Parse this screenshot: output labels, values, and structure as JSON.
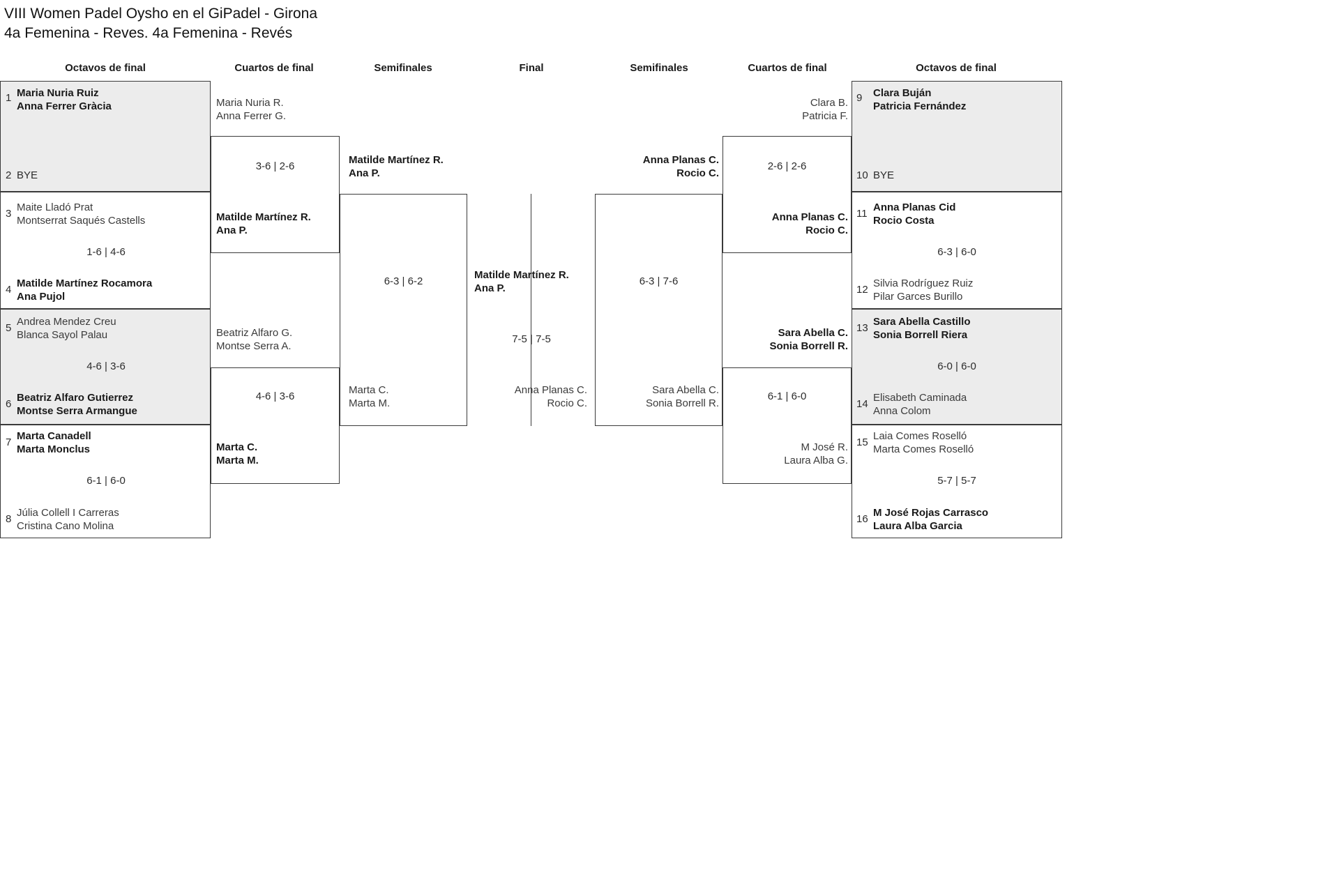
{
  "header": {
    "tournament_title": "VIII Women Padel Oysho en el GiPadel - Girona",
    "category_title": "4a Femenina - Reves. 4a Femenina - Revés"
  },
  "round_headers": {
    "left_r16": "Octavos de final",
    "left_qf": "Cuartos de final",
    "left_sf": "Semifinales",
    "final": "Final",
    "right_sf": "Semifinales",
    "right_qf": "Cuartos de final",
    "right_r16": "Octavos de final"
  },
  "left_r16": [
    {
      "seed": "1",
      "line1": "Maria Nuria Ruiz",
      "line2": "Anna Ferrer Gràcia",
      "winner": true,
      "shaded": true
    },
    {
      "seed": "2",
      "line1": "BYE",
      "line2": "",
      "winner": false,
      "shaded": true
    },
    {
      "seed": "3",
      "line1": "Maite Lladó Prat",
      "line2": "Montserrat Saqués Castells",
      "winner": false,
      "shaded": false
    },
    {
      "seed": "4",
      "line1": "Matilde Martínez Rocamora",
      "line2": "Ana Pujol",
      "winner": true,
      "shaded": false
    },
    {
      "seed": "5",
      "line1": "Andrea Mendez Creu",
      "line2": "Blanca Sayol Palau",
      "winner": false,
      "shaded": true
    },
    {
      "seed": "6",
      "line1": "Beatriz Alfaro Gutierrez",
      "line2": "Montse Serra Armangue",
      "winner": true,
      "shaded": true
    },
    {
      "seed": "7",
      "line1": "Marta Canadell",
      "line2": "Marta Monclus",
      "winner": true,
      "shaded": false
    },
    {
      "seed": "8",
      "line1": "Júlia Collell I Carreras",
      "line2": "Cristina Cano Molina",
      "winner": false,
      "shaded": false
    }
  ],
  "left_r16_scores": [
    "",
    "1-6 | 4-6",
    "4-6 | 3-6",
    "6-1 | 6-0"
  ],
  "left_qf": [
    {
      "line1": "Maria Nuria R.",
      "line2": "Anna Ferrer G.",
      "winner": false
    },
    {
      "line1": "Matilde Martínez R.",
      "line2": "Ana P.",
      "winner": true
    },
    {
      "line1": "Beatriz Alfaro G.",
      "line2": "Montse Serra A.",
      "winner": false
    },
    {
      "line1": "Marta C.",
      "line2": "Marta M.",
      "winner": true
    }
  ],
  "left_qf_scores": [
    "3-6 | 2-6",
    "4-6 | 3-6"
  ],
  "left_sf": [
    {
      "line1": "Matilde Martínez R.",
      "line2": "Ana P.",
      "winner": true
    },
    {
      "line1": "Marta C.",
      "line2": "Marta M.",
      "winner": false
    }
  ],
  "left_sf_score": "6-3 | 6-2",
  "final": {
    "left_finalist": {
      "line1": "Matilde Martínez R.",
      "line2": "Ana P.",
      "winner": true
    },
    "right_finalist": {
      "line1": "Anna Planas C.",
      "line2": "Rocio C.",
      "winner": false
    },
    "score": "7-5 | 7-5"
  },
  "right_sf": [
    {
      "line1": "Anna Planas C.",
      "line2": "Rocio C.",
      "winner": true
    },
    {
      "line1": "Sara Abella C.",
      "line2": "Sonia Borrell R.",
      "winner": false
    }
  ],
  "right_sf_score": "6-3 | 7-6",
  "right_qf": [
    {
      "line1": "Clara B.",
      "line2": "Patricia F.",
      "winner": false
    },
    {
      "line1": "Anna Planas C.",
      "line2": "Rocio C.",
      "winner": true
    },
    {
      "line1": "Sara Abella C.",
      "line2": "Sonia Borrell R.",
      "winner": true
    },
    {
      "line1": "M José R.",
      "line2": "Laura Alba G.",
      "winner": false
    }
  ],
  "right_qf_scores": [
    "2-6 | 2-6",
    "6-1 | 6-0"
  ],
  "right_r16": [
    {
      "seed": "9",
      "line1": "Clara Buján",
      "line2": "Patricia Fernández",
      "winner": true,
      "shaded": true
    },
    {
      "seed": "10",
      "line1": "BYE",
      "line2": "",
      "winner": false,
      "shaded": true
    },
    {
      "seed": "11",
      "line1": "Anna Planas Cid",
      "line2": "Rocio Costa",
      "winner": true,
      "shaded": false
    },
    {
      "seed": "12",
      "line1": "Silvia Rodríguez Ruiz",
      "line2": "Pilar Garces Burillo",
      "winner": false,
      "shaded": false
    },
    {
      "seed": "13",
      "line1": "Sara Abella Castillo",
      "line2": "Sonia Borrell Riera",
      "winner": true,
      "shaded": true
    },
    {
      "seed": "14",
      "line1": "Elisabeth Caminada",
      "line2": "Anna Colom",
      "winner": false,
      "shaded": true
    },
    {
      "seed": "15",
      "line1": "Laia Comes Roselló",
      "line2": "Marta Comes Roselló",
      "winner": false,
      "shaded": false
    },
    {
      "seed": "16",
      "line1": "M José Rojas Carrasco",
      "line2": "Laura Alba Garcia",
      "winner": true,
      "shaded": false
    }
  ],
  "right_r16_scores": [
    "",
    "6-3 | 6-0",
    "6-0 | 6-0",
    "5-7 | 5-7"
  ],
  "colors": {
    "shaded_bg": "#ececec",
    "border": "#3a3a3a",
    "text": "#1a1a1a"
  }
}
